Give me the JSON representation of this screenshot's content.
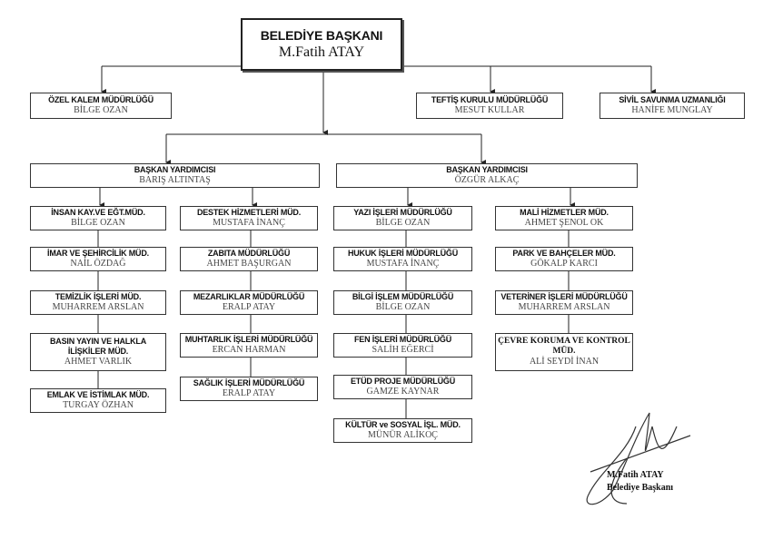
{
  "mayor": {
    "title": "BELEDİYE BAŞKANI",
    "name": "M.Fatih ATAY"
  },
  "staff": [
    {
      "title": "ÖZEL KALEM MÜDÜRLÜĞÜ",
      "name": "BİLGE OZAN"
    },
    {
      "title": "TEFTİŞ KURULU MÜDÜRLÜĞÜ",
      "name": "MESUT KULLAR"
    },
    {
      "title": "SİVİL SAVUNMA UZMANLIĞI",
      "name": "HANİFE MUNGLAY"
    }
  ],
  "deputies": [
    {
      "title": "BAŞKAN YARDIMCISI",
      "name": "BARIŞ ALTINTAŞ"
    },
    {
      "title": "BAŞKAN YARDIMCISI",
      "name": "ÖZGÜR ALKAÇ"
    }
  ],
  "columns": [
    [
      {
        "title": "İNSAN KAY.VE EĞT.MÜD.",
        "name": "BİLGE OZAN"
      },
      {
        "title": "İMAR VE ŞEHİRCİLİK MÜD.",
        "name": "NAİL ÖZDAĞ"
      },
      {
        "title": "TEMİZLİK İŞLERİ MÜD.",
        "name": "MUHARREM ARSLAN"
      },
      {
        "title": "BASIN YAYIN VE HALKLA İLİŞKİLER MÜD.",
        "name": "AHMET VARLIK"
      },
      {
        "title": "EMLAK VE İSTİMLAK MÜD.",
        "name": "TURGAY ÖZHAN"
      }
    ],
    [
      {
        "title": "DESTEK HİZMETLERİ MÜD.",
        "name": "MUSTAFA İNANÇ"
      },
      {
        "title": "ZABITA MÜDÜRLÜĞÜ",
        "name": "AHMET BAŞURGAN"
      },
      {
        "title": "MEZARLIKLAR MÜDÜRLÜĞÜ",
        "name": "ERALP ATAY"
      },
      {
        "title": "MUHTARLIK İŞLERİ MÜDÜRLÜĞÜ",
        "name": "ERCAN HARMAN"
      },
      {
        "title": "SAĞLIK İŞLERİ MÜDÜRLÜĞÜ",
        "name": "ERALP ATAY"
      }
    ],
    [
      {
        "title": "YAZI İŞLERİ MÜDÜRLÜĞÜ",
        "name": "BİLGE OZAN"
      },
      {
        "title": "HUKUK İŞLERİ MÜDÜRLÜĞÜ",
        "name": "MUSTAFA İNANÇ"
      },
      {
        "title": "BİLGİ İŞLEM MÜDÜRLÜĞÜ",
        "name": "BİLGE OZAN"
      },
      {
        "title": "FEN İŞLERİ MÜDÜRLÜĞÜ",
        "name": "SALİH EĞERCİ"
      },
      {
        "title": "ETÜD PROJE MÜDÜRLÜĞÜ",
        "name": "GAMZE KAYNAR"
      },
      {
        "title": "KÜLTÜR ve SOSYAL İŞL. MÜD.",
        "name": "MÜNÜR ALİKOÇ"
      }
    ],
    [
      {
        "title": "MALİ HİZMETLER MÜD.",
        "name": "AHMET ŞENOL OK"
      },
      {
        "title": "PARK VE BAHÇELER MÜD.",
        "name": "GÖKALP KARCI"
      },
      {
        "title": "VETERİNER İŞLERİ MÜDÜRLÜĞÜ",
        "name": "MUHARREM ARSLAN"
      },
      {
        "title": "ÇEVRE KORUMA VE KONTROL MÜD.",
        "name": "ALİ SEYDİ İNAN"
      }
    ]
  ],
  "signature": {
    "name": "M.Fatih ATAY",
    "title": "Belediye Başkanı"
  }
}
